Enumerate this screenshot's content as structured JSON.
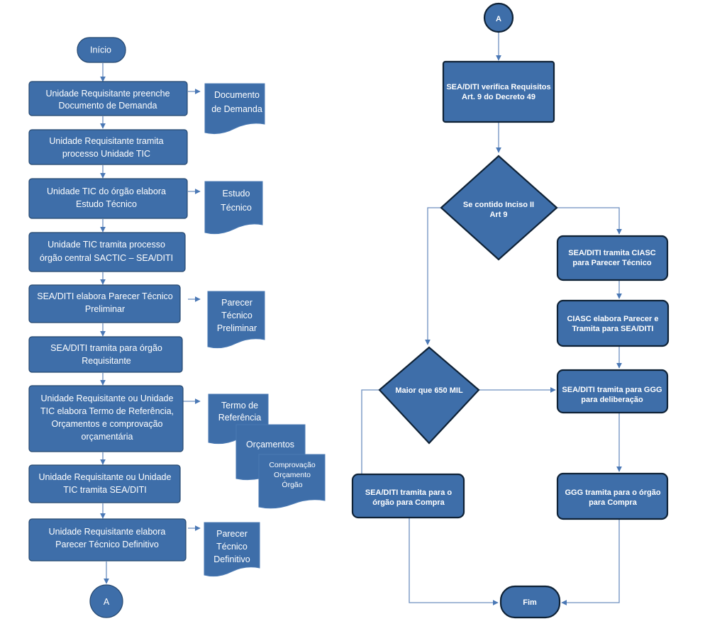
{
  "nodes": {
    "inicio": [
      "Início"
    ],
    "n1": [
      "Unidade Requisitante preenche",
      "Documento de Demanda"
    ],
    "d1": [
      "Documento",
      "de Demanda"
    ],
    "n2": [
      "Unidade Requisitante tramita",
      "processo Unidade TIC"
    ],
    "n3": [
      "Unidade TIC do órgão elabora",
      "Estudo Técnico"
    ],
    "d3": [
      "Estudo",
      "Técnico"
    ],
    "n4": [
      "Unidade TIC tramita processo",
      "órgão central SACTIC – SEA/DITI"
    ],
    "n5": [
      "SEA/DITI elabora Parecer Técnico",
      "Preliminar"
    ],
    "d5": [
      "Parecer",
      "Técnico",
      "Preliminar"
    ],
    "n6": [
      "SEA/DITI tramita para órgão",
      "Requisitante"
    ],
    "n7": [
      "Unidade Requisitante ou Unidade",
      "TIC elabora Termo de Referência,",
      "Orçamentos e comprovação",
      "orçamentária"
    ],
    "d7a": [
      "Termo de",
      "Referência"
    ],
    "d7b": [
      "Orçamentos"
    ],
    "d7c": [
      "Comprovação",
      "Orçamento",
      "Órgão"
    ],
    "n8": [
      "Unidade Requisitante ou Unidade",
      "TIC tramita SEA/DITI"
    ],
    "n9": [
      "Unidade Requisitante elabora",
      "Parecer Técnico Definitivo"
    ],
    "d9": [
      "Parecer",
      "Técnico",
      "Definitivo"
    ],
    "connA_bottom": [
      "A"
    ],
    "connA_top": [
      "A"
    ],
    "r1": [
      "SEA/DITI verifica Requisitos",
      "Art. 9 do Decreto 49"
    ],
    "dec1": [
      "Se contido Inciso II",
      "Art 9"
    ],
    "r2": [
      "SEA/DITI tramita CIASC",
      "para Parecer Técnico"
    ],
    "r3": [
      "CIASC elabora Parecer e",
      "Tramita para SEA/DITI"
    ],
    "dec2": [
      "Maior que 650 MIL"
    ],
    "r4": [
      "SEA/DITI tramita para GGG",
      "para deliberação"
    ],
    "r5": [
      "SEA/DITI tramita para o",
      "órgão para Compra"
    ],
    "r6": [
      "GGG tramita para o  órgão",
      "para Compra"
    ],
    "fim": [
      "Fim"
    ]
  }
}
